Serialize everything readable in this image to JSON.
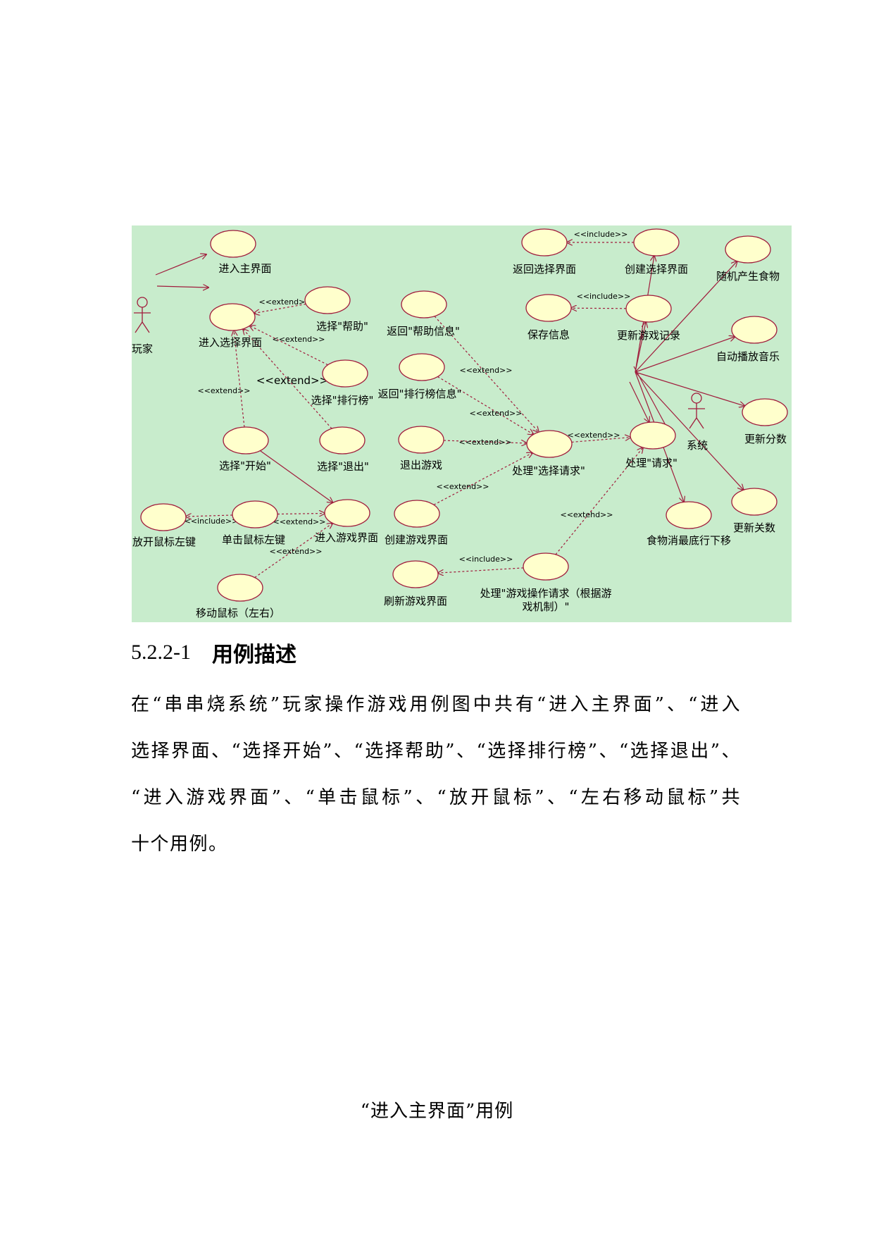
{
  "diagram": {
    "background": "#c8eccc",
    "ellipse_fill": "#ffffcc",
    "line_color": "#a01c3c",
    "actors": [
      {
        "id": "player",
        "label": "玩家"
      },
      {
        "id": "system",
        "label": "系统"
      }
    ],
    "use_cases": [
      {
        "id": "main",
        "label": "进入主界面"
      },
      {
        "id": "select",
        "label": "进入选择界面"
      },
      {
        "id": "help",
        "label": "选择\"帮助\""
      },
      {
        "id": "rank",
        "label": "选择\"排行榜\""
      },
      {
        "id": "quit",
        "label": "选择\"退出\""
      },
      {
        "id": "start",
        "label": "选择\"开始\""
      },
      {
        "id": "game",
        "label": "进入游戏界面"
      },
      {
        "id": "click",
        "label": "单击鼠标左键"
      },
      {
        "id": "release",
        "label": "放开鼠标左键"
      },
      {
        "id": "move",
        "label": "移动鼠标（左右）"
      },
      {
        "id": "rethelp",
        "label": "返回\"帮助信息\""
      },
      {
        "id": "retrank",
        "label": "返回\"排行榜信息\""
      },
      {
        "id": "exitgame",
        "label": "退出游戏"
      },
      {
        "id": "creategame",
        "label": "创建游戏界面"
      },
      {
        "id": "refresh",
        "label": "刷新游戏界面"
      },
      {
        "id": "procsel",
        "label": "处理\"选择请求\""
      },
      {
        "id": "procgame",
        "label": "处理\"游戏操作请求（根据游",
        "label2": "戏机制）\""
      },
      {
        "id": "procreq",
        "label": "处理\"请求\""
      },
      {
        "id": "retsel",
        "label": "返回选择界面"
      },
      {
        "id": "createsel",
        "label": "创建选择界面"
      },
      {
        "id": "save",
        "label": "保存信息"
      },
      {
        "id": "updrec",
        "label": "更新游戏记录"
      },
      {
        "id": "food",
        "label": "随机产生食物"
      },
      {
        "id": "music",
        "label": "自动播放音乐"
      },
      {
        "id": "score",
        "label": "更新分数"
      },
      {
        "id": "level",
        "label": "更新关数"
      },
      {
        "id": "eaten",
        "label": "食物消最底行下移"
      }
    ],
    "stereotypes": {
      "extend": "<<extend>>",
      "include": "<<include>>",
      "extend_lower": "<<extehd>>"
    }
  },
  "section": {
    "number": "5.2.2-1",
    "title": "用例描述"
  },
  "paragraph": [
    "在“串串烧系统”玩家操作游戏用例图中共有“进入主界面”、“进入",
    "选择界面、“选择开始”、“选择帮助”、“选择排行榜”、“选择退出”、",
    "“进入游戏界面”、“单击鼠标”、“放开鼠标”、“左右移动鼠标”共",
    "十个用例。"
  ],
  "caption": "“进入主界面”用例"
}
